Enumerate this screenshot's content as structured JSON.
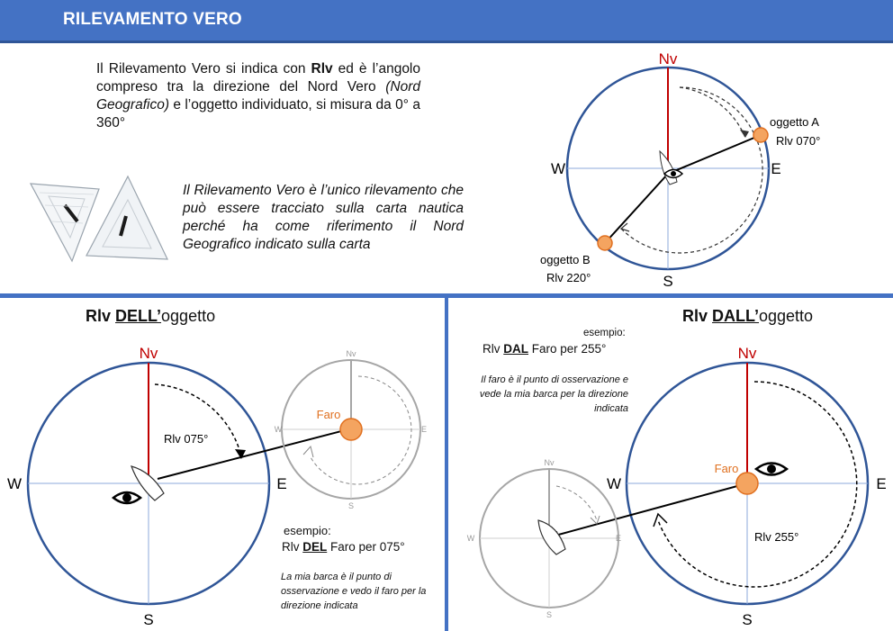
{
  "header": {
    "title": "RILEVAMENTO VERO"
  },
  "intro": {
    "p1_a": "Il Rilevamento Vero si indica con ",
    "p1_bold": "Rlv",
    "p1_b": " ed è l’angolo compreso tra la direzione del Nord Vero ",
    "p1_italic": "(Nord Geografico)",
    "p1_c": " e l’oggetto individuato, si misura da 0° a 360°",
    "p2": "Il Rilevamento Vero è l’unico rilevamento che può essere tracciato sulla carta nautica perché ha come riferimento il Nord Geografico indicato sulla carta"
  },
  "compass_labels": {
    "north": "Nv",
    "south": "S",
    "east": "E",
    "west": "W"
  },
  "top_diagram": {
    "object_a_name": "oggetto A",
    "object_a_bearing": "Rlv 070°",
    "object_b_name": "oggetto B",
    "object_b_bearing": "Rlv 220°"
  },
  "left_section": {
    "title_a": "Rlv ",
    "title_u": "DELL’",
    "title_b": "oggetto",
    "bearing_label": "Rlv 075°",
    "faro_label": "Faro",
    "example_label": "esempio:",
    "example_a": "Rlv ",
    "example_u": "DEL",
    "example_b": " Faro per 075°",
    "explain": "La mia barca è il punto di osservazione e vedo il faro per la direzione indicata"
  },
  "right_section": {
    "title_a": "Rlv ",
    "title_u": "DALL’",
    "title_b": "oggetto",
    "bearing_label": "Rlv 255°",
    "faro_label": "Faro",
    "example_label": "esempio:",
    "example_a": "Rlv ",
    "example_u": "DAL",
    "example_b": " Faro per 255°",
    "explain": "Il faro è il punto di osservazione e vede la mia barca per la direzione indicata"
  },
  "colors": {
    "header": "#4472c4",
    "circle": "#2f5597",
    "north_line": "#c00000",
    "object_fill": "#f4a460",
    "object_stroke": "#e07020",
    "faro_text": "#e07020",
    "grey": "#a6a6a6"
  },
  "icons": [
    "eye-icon",
    "boat-icon",
    "set-square-icon"
  ]
}
